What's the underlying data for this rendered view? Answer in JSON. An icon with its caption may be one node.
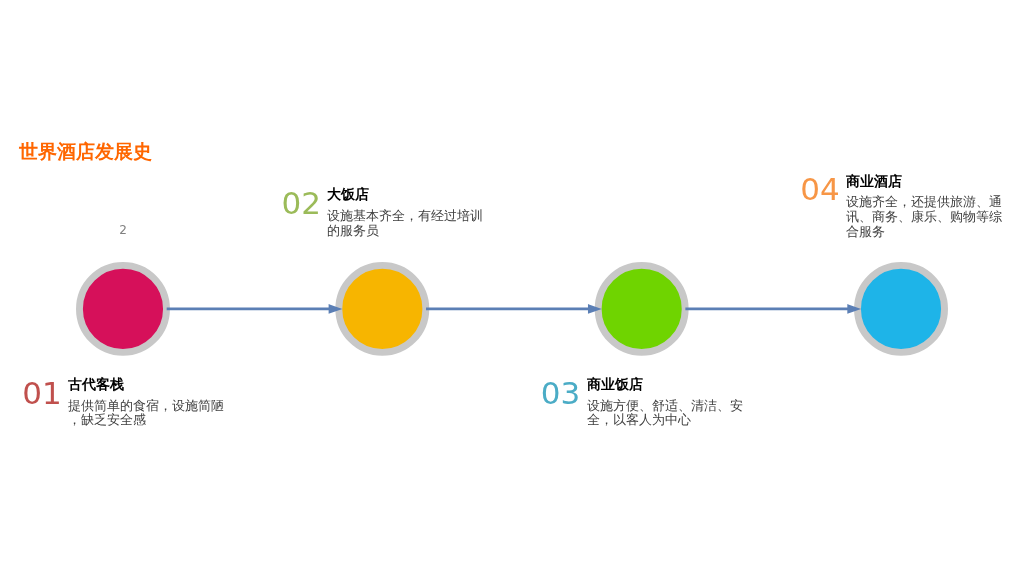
{
  "diagram": {
    "title": "世界酒店发展史",
    "nodes": [
      {
        "text": [],
        "shape": "circle",
        "beside": [
          "01",
          "古代客栈",
          "提供简单的食宿，设施简陋，缺乏安全感"
        ]
      },
      {
        "text": [],
        "shape": "circle",
        "beside": [
          "02",
          "大饭店",
          "设施基本齐全，有经过培训的服务员"
        ]
      },
      {
        "text": [],
        "shape": "circle",
        "beside": [
          "03",
          "商业饭店",
          "设施方便、舒适、清洁、安全，以客人为中心"
        ]
      },
      {
        "text": [],
        "shape": "circle",
        "beside": [
          "04",
          "商业酒店",
          "设施齐全，还提供旅游、通讯、商务、康乐、购物等综合服务"
        ]
      }
    ],
    "edges": [
      {
        "from": 0,
        "to": 1,
        "arrow": "to"
      },
      {
        "from": 1,
        "to": 2,
        "arrow": "to"
      },
      {
        "from": 2,
        "to": 3,
        "arrow": "to"
      }
    ],
    "labels": [
      "2"
    ]
  }
}
